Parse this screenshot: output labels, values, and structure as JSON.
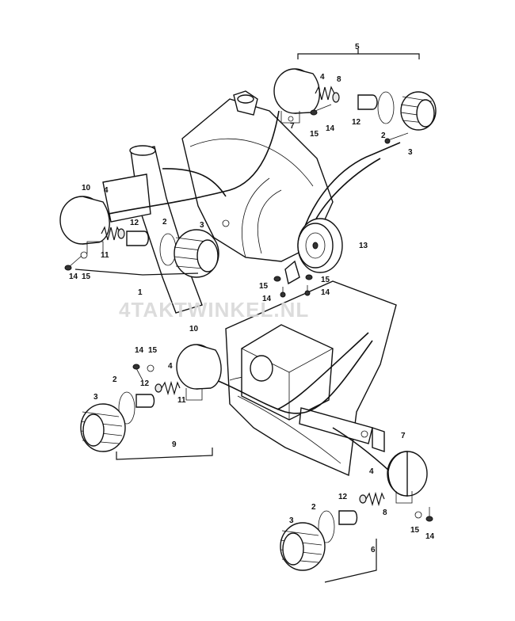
{
  "watermark": "4TAKTWINKEL.NL",
  "labels": {
    "top_right": [
      "5",
      "4",
      "8",
      "7",
      "15",
      "14",
      "12",
      "2",
      "3"
    ],
    "left": [
      "10",
      "4",
      "2",
      "12",
      "3",
      "11",
      "14",
      "15",
      "1"
    ],
    "horn": [
      "13",
      "15",
      "14",
      "15",
      "14"
    ],
    "bottom_left": [
      "10",
      "14",
      "15",
      "4",
      "2",
      "12",
      "11",
      "3",
      "9"
    ],
    "bottom_right": [
      "7",
      "4",
      "12",
      "2",
      "8",
      "3",
      "15",
      "14",
      "6"
    ]
  }
}
